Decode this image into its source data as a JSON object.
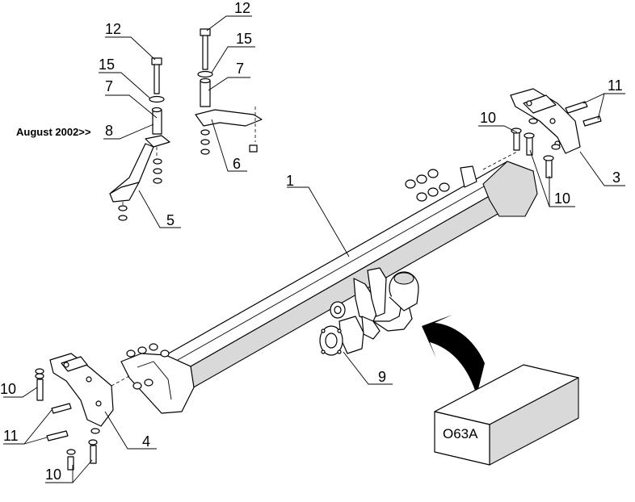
{
  "callouts": {
    "c1": "1",
    "c3": "3",
    "c4": "4",
    "c5": "5",
    "c6": "6",
    "c7_left": "7",
    "c7_right": "7",
    "c8": "8",
    "c9": "9",
    "c10_right_top": "10",
    "c10_right_bottom": "10",
    "c10_left_top": "10",
    "c10_left_bottom": "10",
    "c11_right": "11",
    "c11_left": "11",
    "c12_left": "12",
    "c12_right": "12",
    "c15_left": "15",
    "c15_right": "15"
  },
  "note_august": "August 2002>>",
  "box_code": "O63A",
  "colors": {
    "line": "#000000",
    "shade": "#d9d9d9",
    "paper": "#ffffff"
  }
}
